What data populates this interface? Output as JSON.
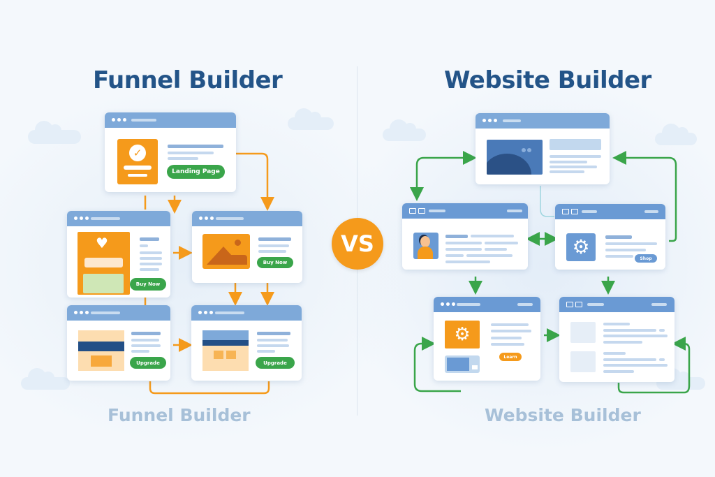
{
  "funnel": {
    "title": "Funnel Builder",
    "footer_label": "Funnel Builder",
    "accent_color": "#f59a1b",
    "cards": [
      {
        "id": "landing",
        "button": "Landing Page",
        "icon": "check-icon"
      },
      {
        "id": "optin",
        "button": "Buy Now",
        "icon": "heart-icon"
      },
      {
        "id": "sales",
        "button": "Buy Now",
        "icon": "image-icon"
      },
      {
        "id": "upsell-1",
        "button": "Upgrade",
        "icon": "layout-icon"
      },
      {
        "id": "upsell-2",
        "button": "Upgrade",
        "icon": "layout-icon"
      }
    ]
  },
  "vs_label": "VS",
  "website": {
    "title": "Website Builder",
    "footer_label": "Website Builder",
    "accent_color": "#3aa54a",
    "cards": [
      {
        "id": "home",
        "icon": "image-icon"
      },
      {
        "id": "about",
        "icon": "user-icon"
      },
      {
        "id": "services",
        "icon": "gear-icon",
        "button": "Shop"
      },
      {
        "id": "features",
        "icon": "gear-icon",
        "button": "Learn"
      },
      {
        "id": "blog",
        "icon": "list-icon"
      }
    ]
  }
}
